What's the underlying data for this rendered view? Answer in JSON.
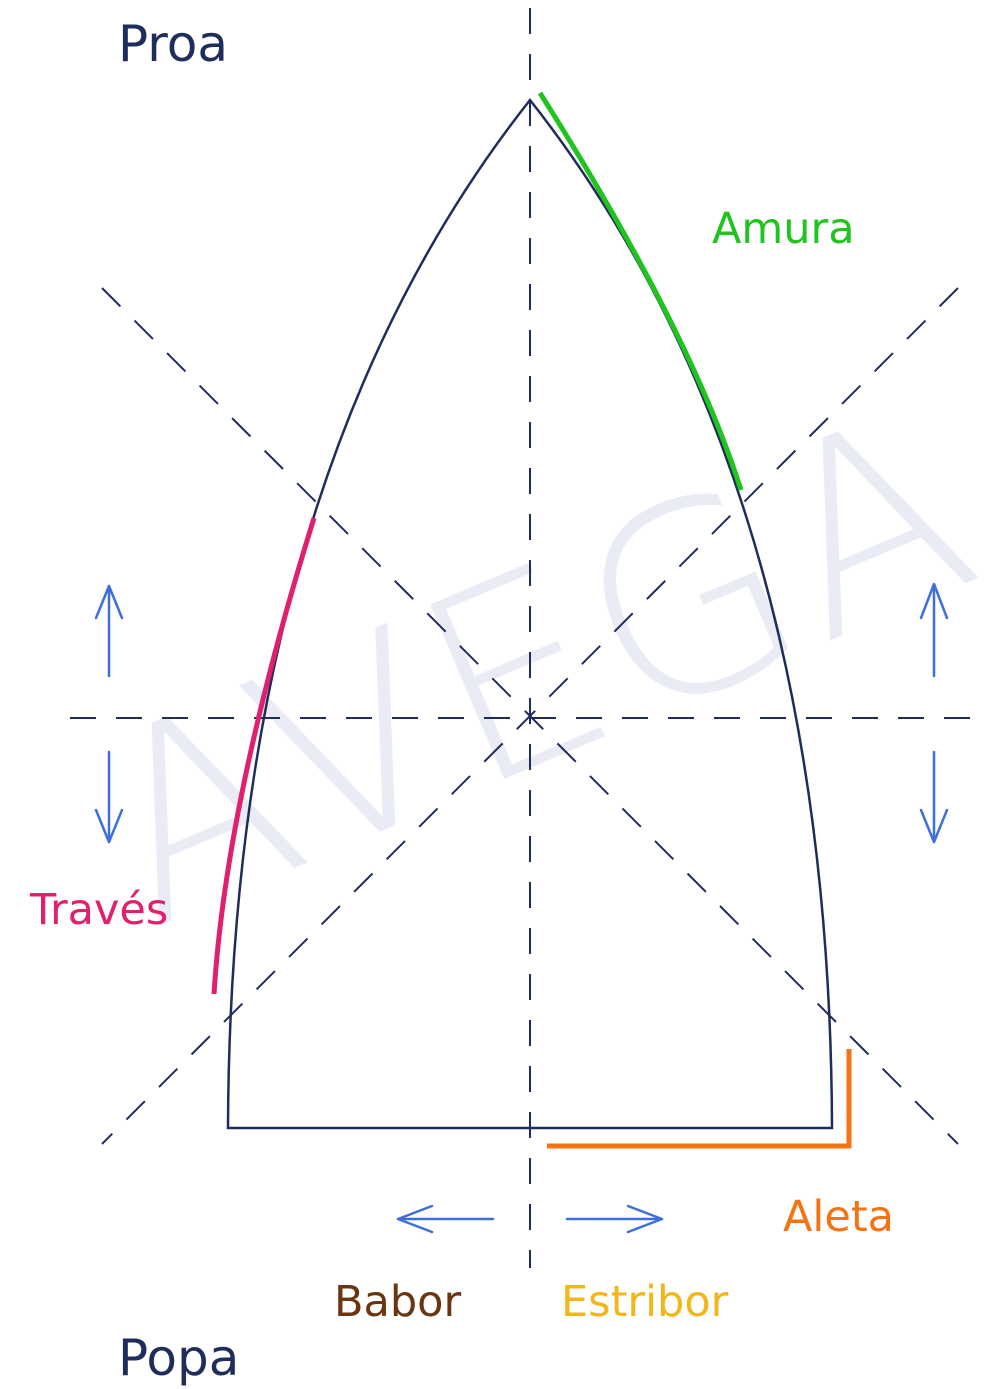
{
  "labels": {
    "proa": "Proa",
    "popa": "Popa",
    "amura": "Amura",
    "traves": "Través",
    "aleta": "Aleta",
    "babor": "Babor",
    "estribor": "Estribor"
  },
  "watermark": "AVEGA",
  "colors": {
    "hull": "#1f2d5c",
    "guides": "#1f2d5c",
    "arrows": "#3d6fdc",
    "amura": "#1fc41f",
    "traves": "#e0206c",
    "aleta": "#f57312",
    "babor": "#6b3510",
    "estribor": "#f2b619",
    "ends": "#1f2d5c",
    "watermark": "#e9ecf5"
  }
}
